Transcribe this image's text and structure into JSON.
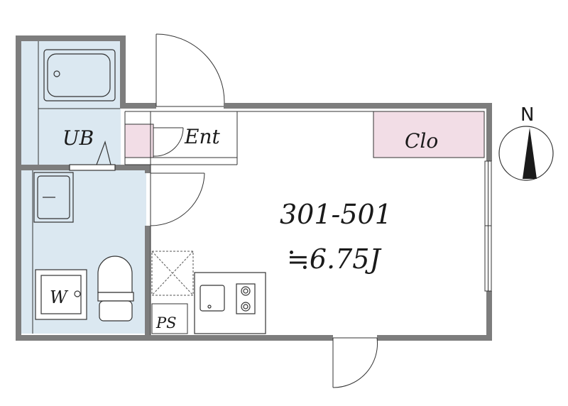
{
  "rooms": {
    "unit_bath": "UB",
    "entrance": "Ent",
    "closet": "Clo",
    "washer": "W",
    "pipe_space": "PS"
  },
  "main_room": {
    "unit_number": "301-501",
    "area": "≒6.75J"
  },
  "compass": {
    "north_label": "N"
  },
  "colors": {
    "wall": "#7d7d7d",
    "wet_area": "#dbe8f1",
    "closet": "#f2dde6",
    "line": "#222222"
  }
}
